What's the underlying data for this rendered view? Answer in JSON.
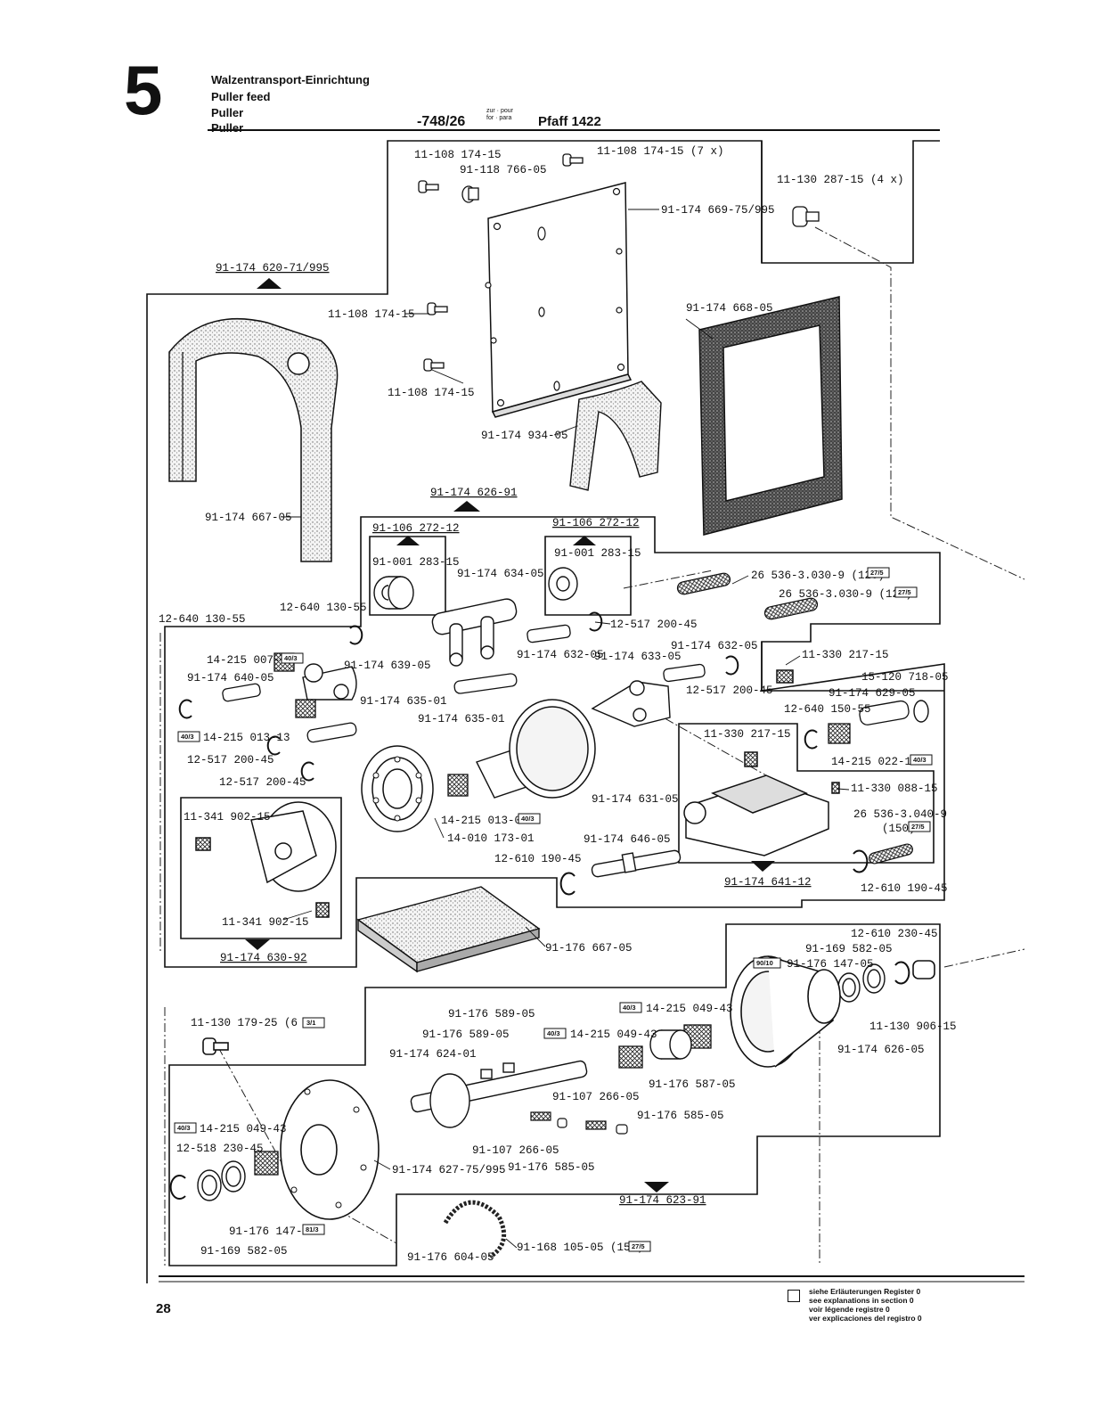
{
  "header": {
    "section_number": "5",
    "titles": [
      "Walzentransport-Einrichtung",
      "Puller feed",
      "Puller",
      "Puller"
    ],
    "part_number": "-748/26",
    "zur_pour": "zur · pour",
    "for_para": "for · para",
    "machine": "Pfaff 1422"
  },
  "labels": [
    "11-108 174-15",
    "11-108 174-15 (7 x)",
    "91-118 766-05",
    "91-174 669-75/995",
    "11-130 287-15 (4 x)",
    "91-174 620-71/995",
    "11-108 174-15",
    "91-174 668-05",
    "11-108 174-15",
    "91-174 934-05",
    "91-174 667-05",
    "91-174 626-91",
    "91-106 272-12",
    "91-106 272-12",
    "91-001 283-15",
    "91-001 283-15",
    "91-174 634-05",
    "26 536-3.030-9 (120)",
    "26 536-3.030-9 (120)",
    "12-640 130-55",
    "12-640 130-55",
    "12-517 200-45",
    "91-174 632-05",
    "91-174 632-05",
    "91-174 633-05",
    "12-517 200-45",
    "11-330 217-15",
    "14-215 007-05",
    "91-174 639-05",
    "91-174 640-05",
    "15-120 718-05",
    "91-174 629-05",
    "12-640 150-55",
    "91-174 635-01",
    "91-174 635-01",
    "14-215 013-13",
    "12-517 200-45",
    "11-330 217-15",
    "14-215 022-13",
    "12-517 200-45",
    "11-330 088-15",
    "91-174 631-05",
    "26 536-3.040-9",
    "(150)",
    "11-341 902-15",
    "14-215 013-03",
    "14-010 173-01",
    "91-174 646-05",
    "12-610 190-45",
    "91-174 641-12",
    "12-610 190-45",
    "11-341 902-15",
    "91-174 630-92",
    "91-176 667-05",
    "12-610 230-45",
    "91-169 582-05",
    "91-176 147-05",
    "11-130 179-25 (6 x)",
    "91-176 589-05",
    "14-215 049-43",
    "91-176 589-05",
    "14-215 049-43",
    "91-174 624-01",
    "91-176 587-05",
    "11-130 906-15",
    "91-174 626-05",
    "91-107 266-05",
    "91-176 585-05",
    "14-215 049-43",
    "12-518 230-45",
    "91-107 266-05",
    "91-176 585-05",
    "91-174 627-75/995",
    "91-174 623-91",
    "91-176 147-05",
    "91-169 582-05",
    "91-176 604-05",
    "91-168 105-05 (150)"
  ],
  "ref_tags": [
    "27/5",
    "27/5",
    "40/3",
    "40/3",
    "40/3",
    "40/3",
    "27/5",
    "90/10",
    "3/1",
    "40/3",
    "40/3",
    "40/3",
    "81/3",
    "27/5"
  ],
  "footer": {
    "page": "28",
    "legend": [
      "siehe Erläuterungen Register 0",
      "see explanations in section 0",
      "voir légende registre 0",
      "ver explicaciones del registro 0"
    ]
  }
}
